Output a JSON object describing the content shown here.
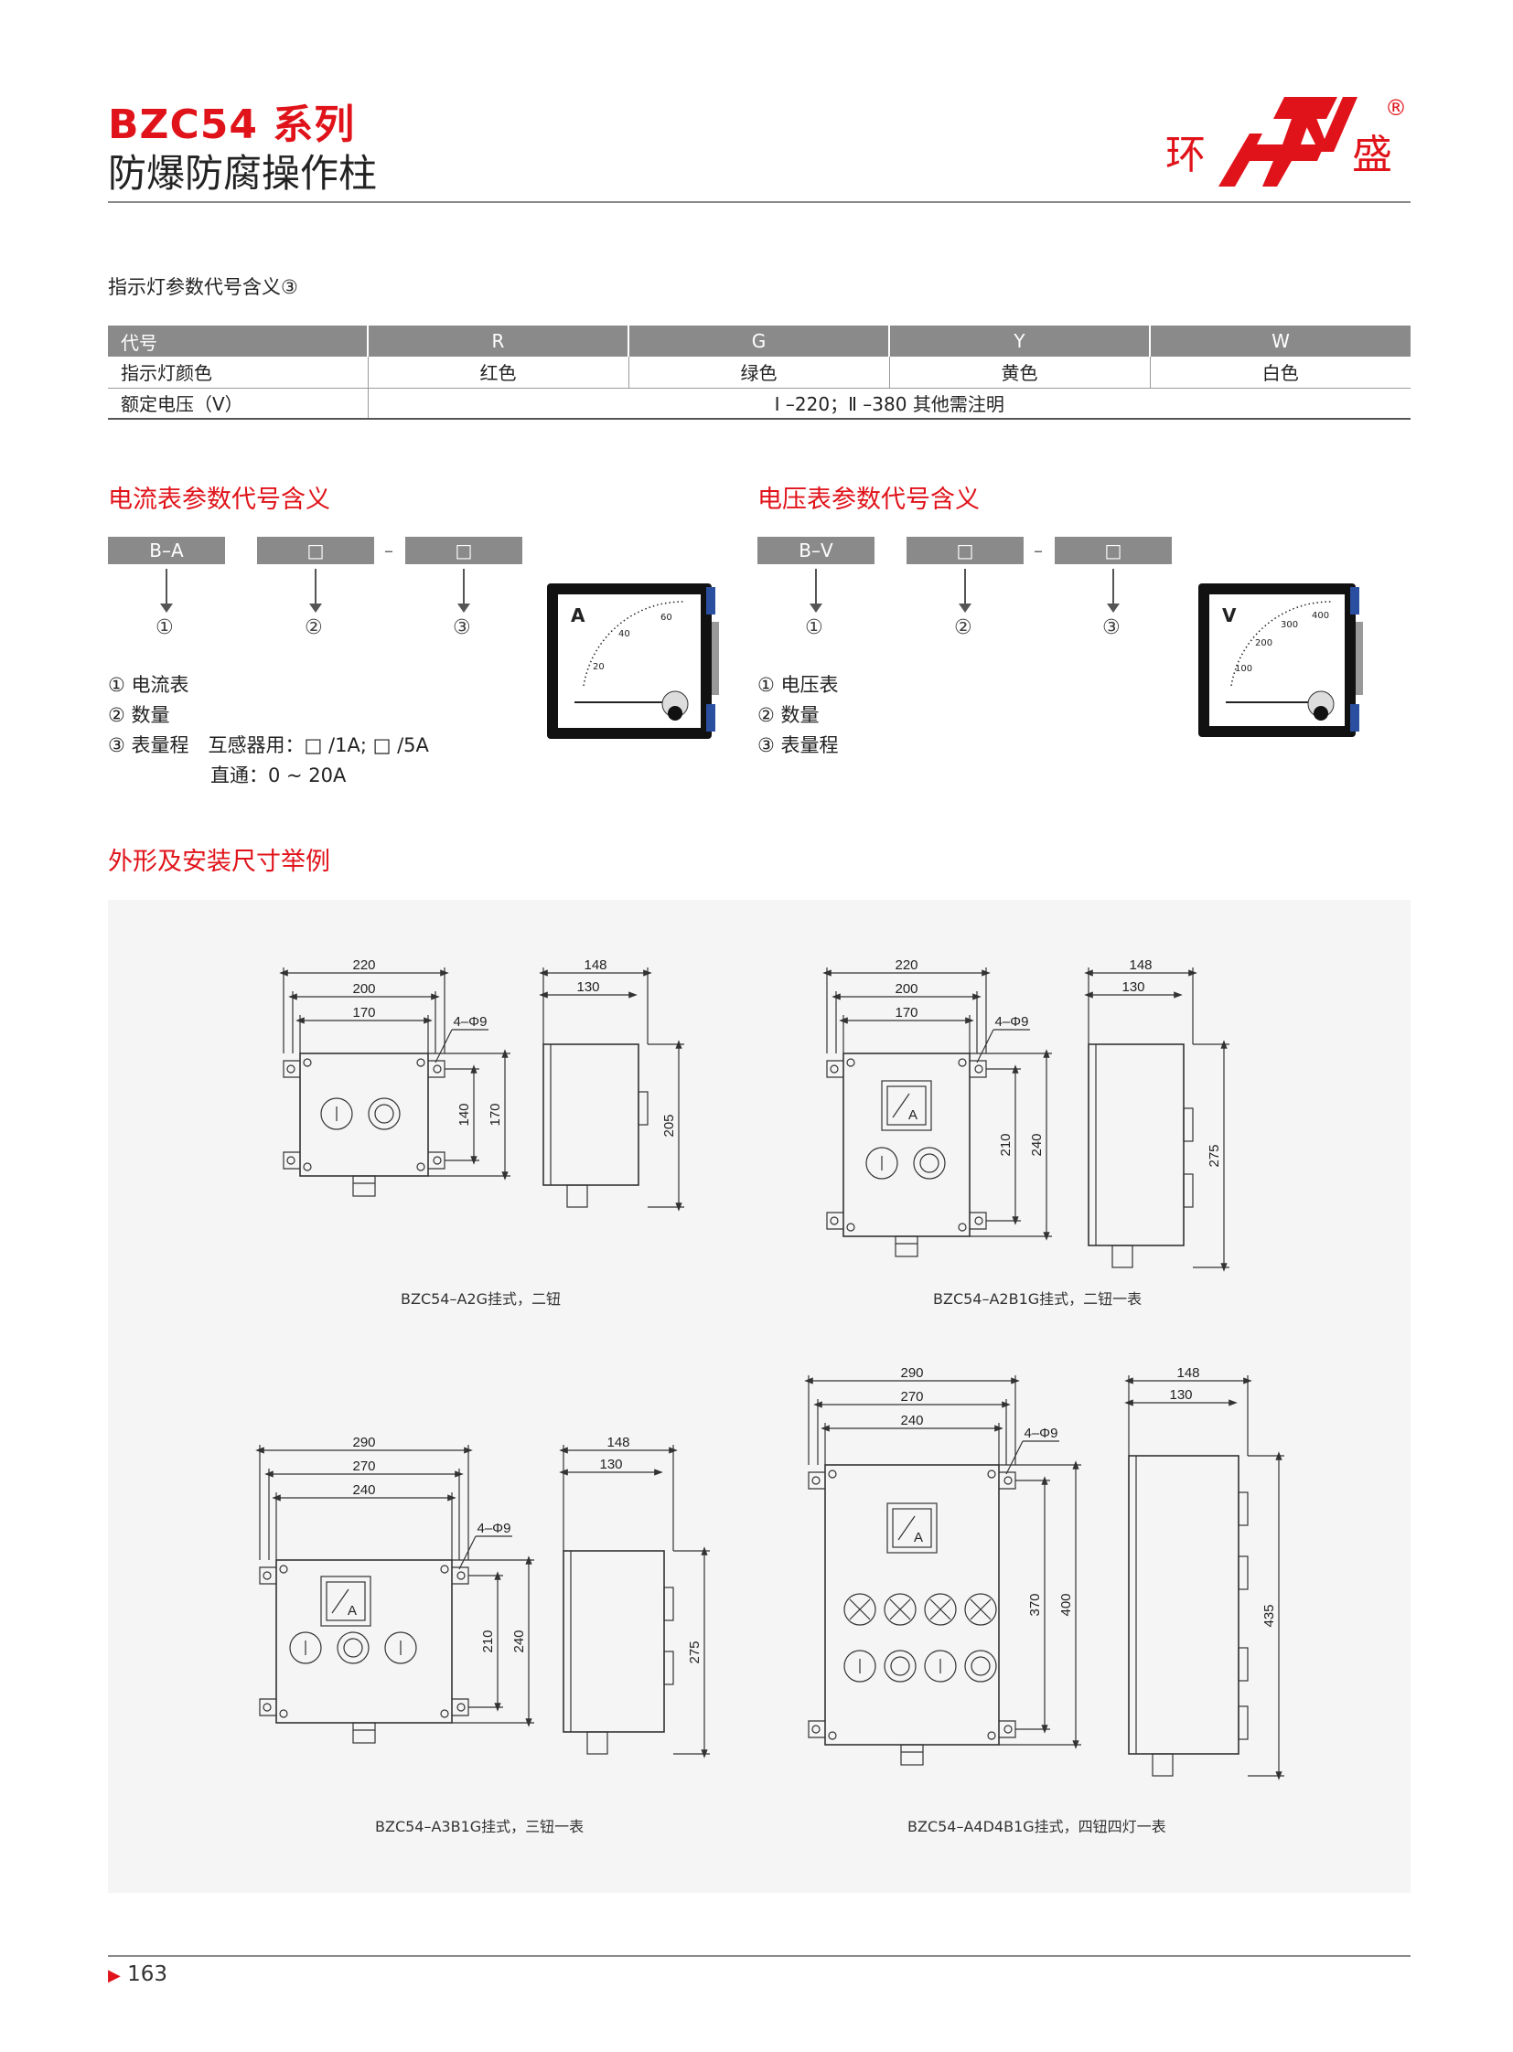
{
  "header": {
    "series_title": "BZC54 系列",
    "product_name": "防爆防腐操作柱",
    "brand_left": "环",
    "brand_right": "盛",
    "registered": "®"
  },
  "indicator_section": {
    "title": "指示灯参数代号含义③",
    "headers": [
      "代号",
      "R",
      "G",
      "Y",
      "W"
    ],
    "row_color": {
      "label": "指示灯颜色",
      "values": [
        "红色",
        "绿色",
        "黄色",
        "白色"
      ]
    },
    "row_voltage": {
      "label": "额定电压（V）",
      "value": "Ⅰ –220；Ⅱ –380 其他需注明"
    }
  },
  "ammeter_section": {
    "title": "电流表参数代号含义",
    "code1": "B–A",
    "code2": "□",
    "dash": "–",
    "code3": "□",
    "markers": [
      "①",
      "②",
      "③"
    ],
    "legend": [
      "① 电流表",
      "② 数量",
      "③ 表量程　互感器用：□ /1A; □ /5A",
      "直通：0 ~ 20A"
    ],
    "meter": {
      "unit": "A",
      "ticks": [
        "20",
        "40",
        "60"
      ]
    }
  },
  "voltmeter_section": {
    "title": "电压表参数代号含义",
    "code1": "B–V",
    "code2": "□",
    "dash": "–",
    "code3": "□",
    "markers": [
      "①",
      "②",
      "③"
    ],
    "legend": [
      "① 电压表",
      "② 数量",
      "③ 表量程"
    ],
    "meter": {
      "unit": "V",
      "ticks": [
        "100",
        "200",
        "300",
        "400"
      ]
    }
  },
  "dimensions_section": {
    "title": "外形及安装尺寸举例",
    "drawings": [
      {
        "caption": "BZC54–A2G挂式，二钮",
        "front_dims": [
          "220",
          "200",
          "170",
          "4–Φ9",
          "140",
          "170"
        ],
        "side_dims": [
          "148",
          "130",
          "205"
        ]
      },
      {
        "caption": "BZC54–A2B1G挂式，二钮一表",
        "front_dims": [
          "220",
          "200",
          "170",
          "4–Φ9",
          "210",
          "240"
        ],
        "side_dims": [
          "148",
          "130",
          "275"
        ],
        "meter_label": "A"
      },
      {
        "caption": "BZC54–A3B1G挂式，三钮一表",
        "front_dims": [
          "290",
          "270",
          "240",
          "4–Φ9",
          "210",
          "240"
        ],
        "side_dims": [
          "148",
          "130",
          "275"
        ],
        "meter_label": "A"
      },
      {
        "caption": "BZC54–A4D4B1G挂式，四钮四灯一表",
        "front_dims": [
          "290",
          "270",
          "240",
          "4–Φ9",
          "370",
          "400"
        ],
        "side_dims": [
          "148",
          "130",
          "435"
        ],
        "meter_label": "A"
      }
    ]
  },
  "footer": {
    "page_number": "163"
  },
  "colors": {
    "brand_red": "#e0131a",
    "header_gray": "#8a8a8a",
    "panel_bg": "#f5f5f5"
  }
}
